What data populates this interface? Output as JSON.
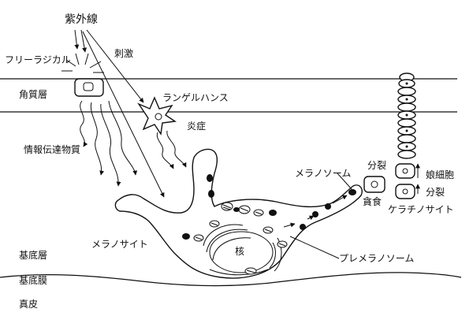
{
  "labels": {
    "uv": "紫外線",
    "free_radical": "フリーラジカル",
    "stimulus": "刺激",
    "stratum_corneum": "角質層",
    "langerhans": "ランゲルハンス",
    "inflammation": "炎症",
    "info_transmitter": "情報伝達物質",
    "melanosome": "メラノソーム",
    "division_top": "分裂",
    "daughter_cell": "娘細胞",
    "phagocytosis": "貪食",
    "division_bottom": "分裂",
    "keratinocyte": "ケラチノサイト",
    "melanocyte": "メラノサイト",
    "nucleus": "核",
    "premelanosome": "プレメラノソーム",
    "basal_layer": "基底層",
    "basement_membrane": "基底膜",
    "dermis": "真皮"
  }
}
